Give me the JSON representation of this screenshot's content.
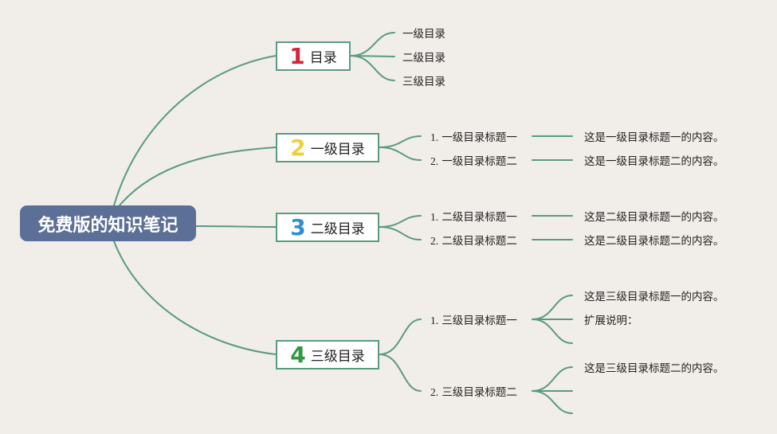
{
  "root": {
    "label": "免费版的知识笔记"
  },
  "sections": [
    {
      "number": "1",
      "label": "目录",
      "color": "#d6253a",
      "items": [
        {
          "title": "一级目录"
        },
        {
          "title": "二级目录"
        },
        {
          "title": "三级目录"
        }
      ]
    },
    {
      "number": "2",
      "label": "一级目录",
      "color": "#f0cf3f",
      "items": [
        {
          "num": "1.",
          "title": "一级目录标题一",
          "content": [
            "这是一级目录标题一的内容。"
          ]
        },
        {
          "num": "2.",
          "title": "一级目录标题二",
          "content": [
            "这是一级目录标题二的内容。"
          ]
        }
      ]
    },
    {
      "number": "3",
      "label": "二级目录",
      "color": "#2f8fcf",
      "items": [
        {
          "num": "1.",
          "title": "二级目录标题一",
          "content": [
            "这是二级目录标题一的内容。"
          ]
        },
        {
          "num": "2.",
          "title": "二级目录标题二",
          "content": [
            "这是二级目录标题二的内容。"
          ]
        }
      ]
    },
    {
      "number": "4",
      "label": "三级目录",
      "color": "#2e9b3f",
      "items": [
        {
          "num": "1.",
          "title": "三级目录标题一",
          "content": [
            "这是三级目录标题一的内容。",
            "扩展说明：",
            ""
          ]
        },
        {
          "num": "2.",
          "title": "三级目录标题二",
          "content": [
            "这是三级目录标题二的内容。",
            "",
            ""
          ]
        }
      ]
    }
  ],
  "line_color": "#5a9a83"
}
